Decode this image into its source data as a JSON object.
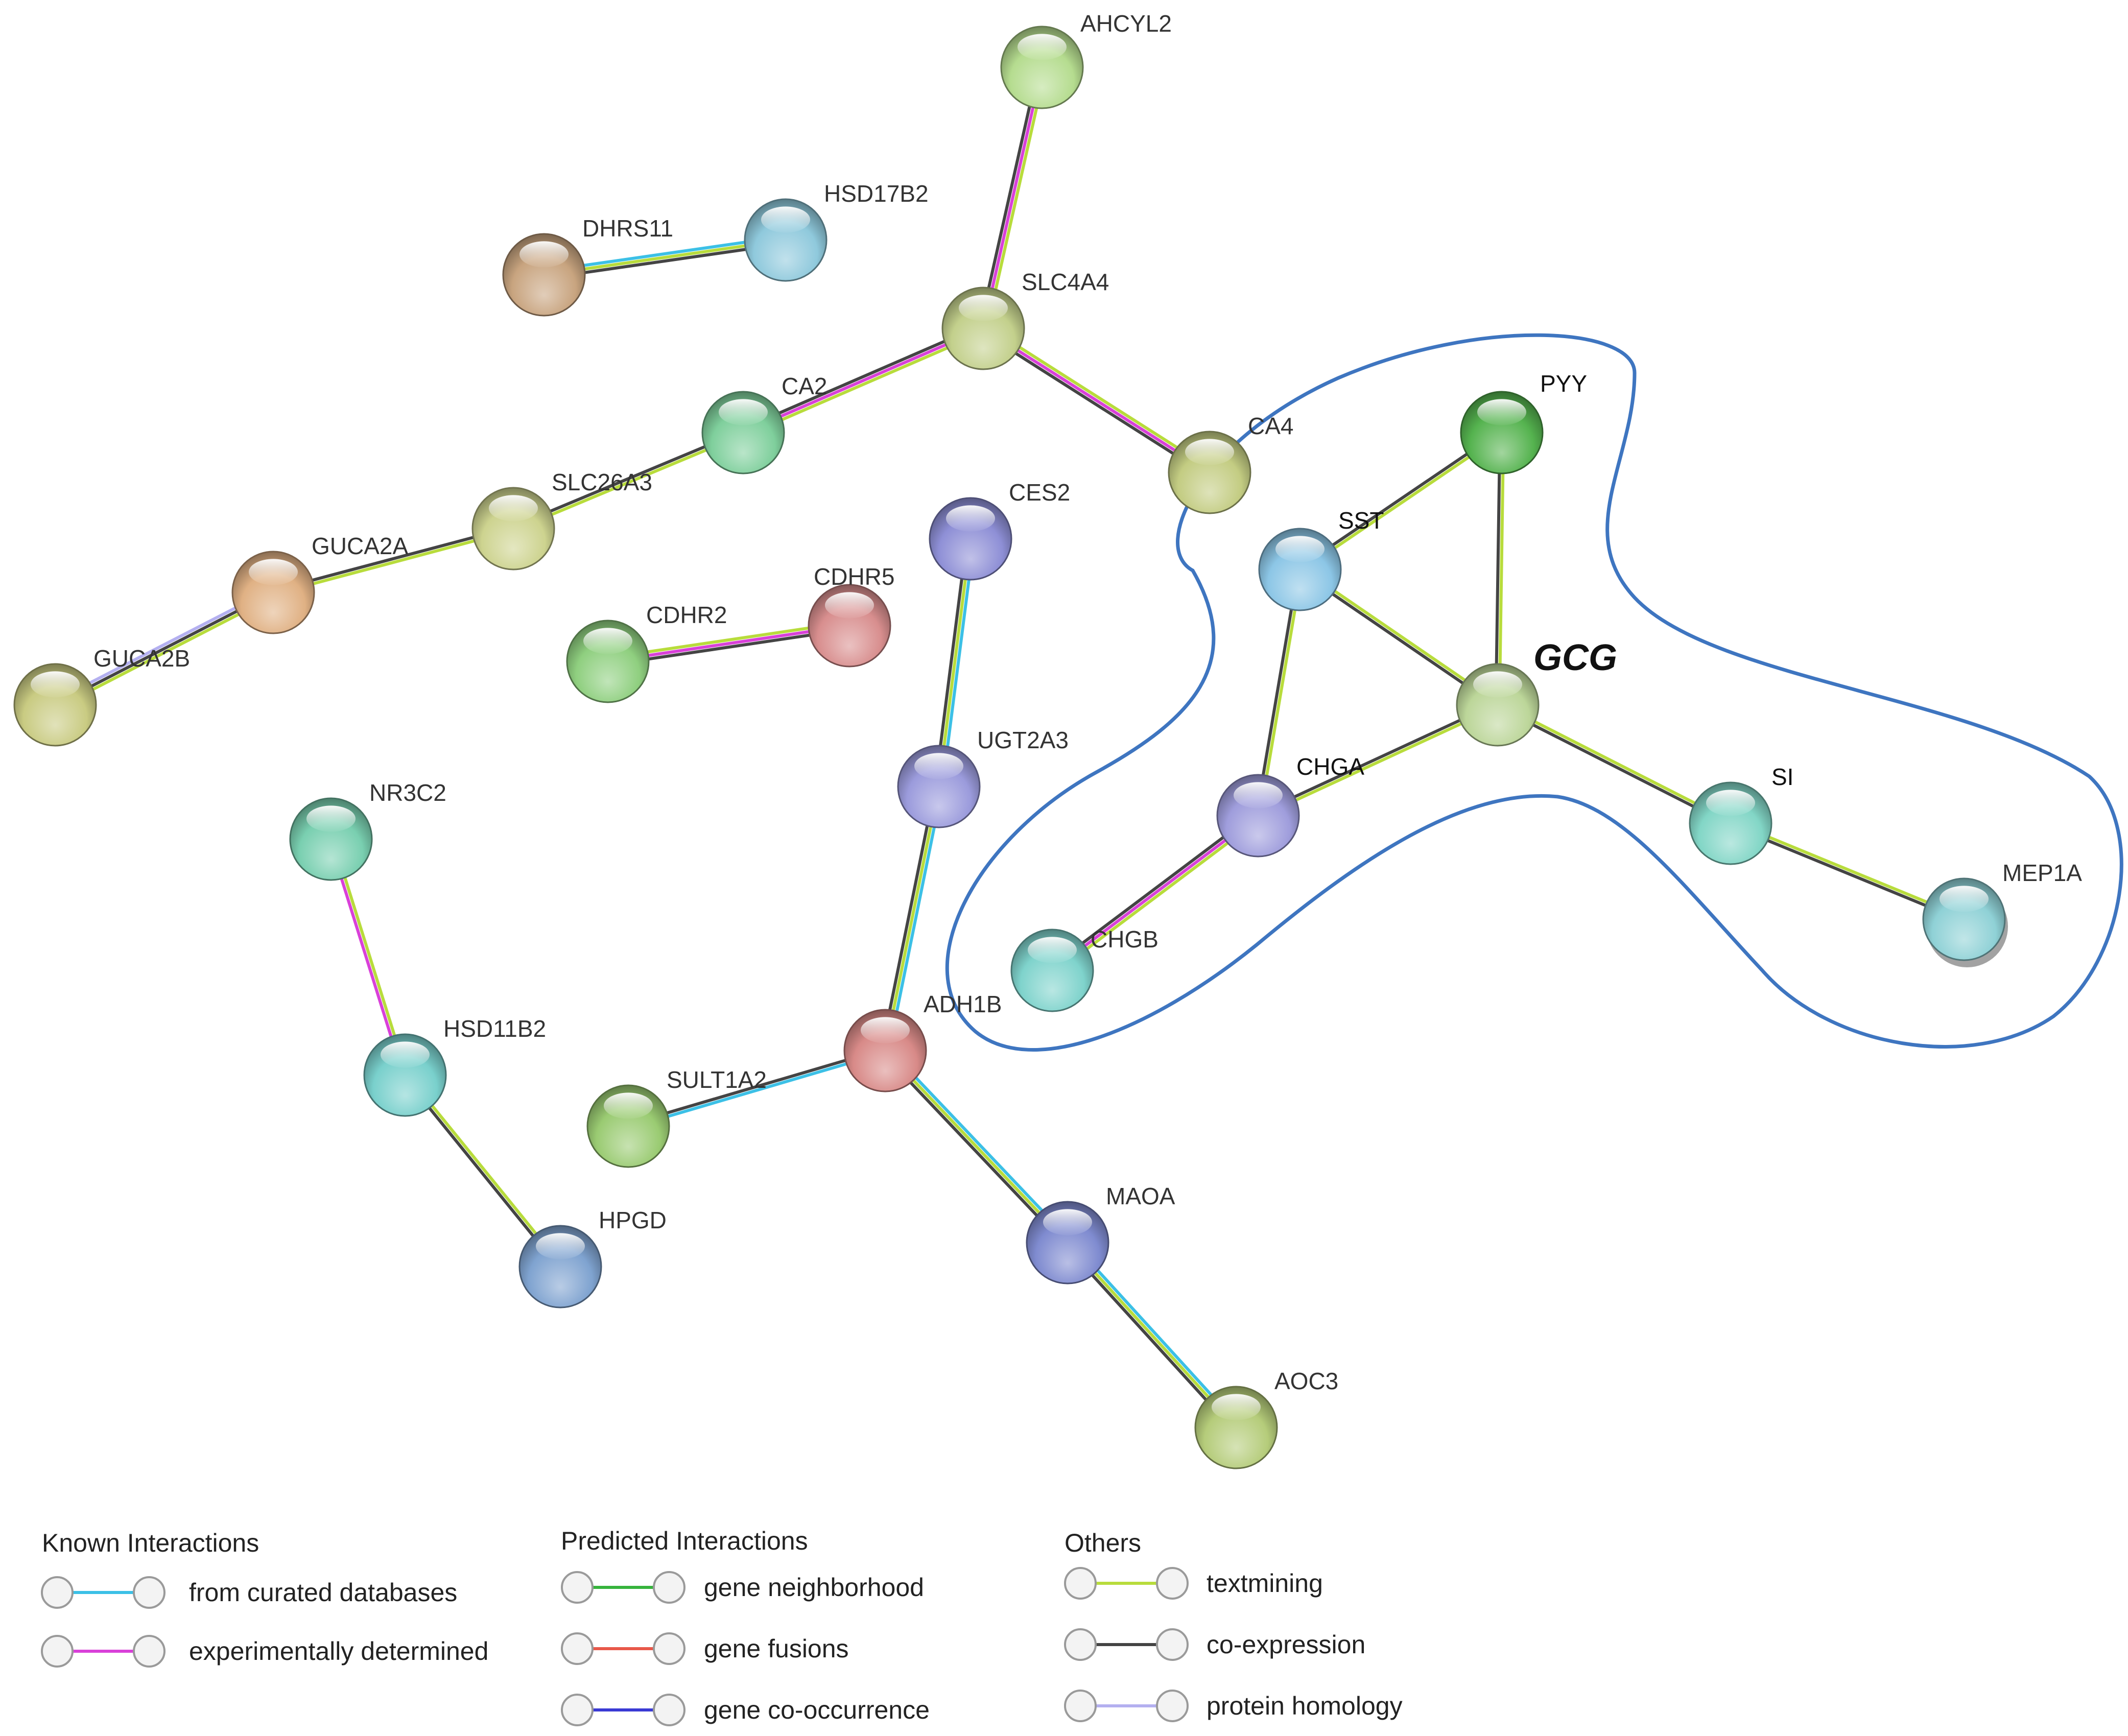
{
  "query_protein": "GCG",
  "nodes": [
    {
      "id": "AHCYL2",
      "label": "AHCYL2",
      "color": "#b5dc8f"
    },
    {
      "id": "HSD17B2",
      "label": "HSD17B2",
      "color": "#8fc9dc"
    },
    {
      "id": "DHRS11",
      "label": "DHRS11",
      "color": "#c8a47f"
    },
    {
      "id": "SLC4A4",
      "label": "SLC4A4",
      "color": "#c3d08c"
    },
    {
      "id": "CA2",
      "label": "CA2",
      "color": "#7fcf9c"
    },
    {
      "id": "CA4",
      "label": "CA4",
      "color": "#c3cc82"
    },
    {
      "id": "SLC26A3",
      "label": "SLC26A3",
      "color": "#cdd38f"
    },
    {
      "id": "GUCA2A",
      "label": "GUCA2A",
      "color": "#e0b184"
    },
    {
      "id": "GUCA2B",
      "label": "GUCA2B",
      "color": "#c9cb82"
    },
    {
      "id": "CES2",
      "label": "CES2",
      "color": "#8e8fd6"
    },
    {
      "id": "CDHR5",
      "label": "CDHR5",
      "color": "#d88e8e"
    },
    {
      "id": "CDHR2",
      "label": "CDHR2",
      "color": "#8fcf7f"
    },
    {
      "id": "UGT2A3",
      "label": "UGT2A3",
      "color": "#9b9bdc"
    },
    {
      "id": "NR3C2",
      "label": "NR3C2",
      "color": "#79cfb0"
    },
    {
      "id": "HSD11B2",
      "label": "HSD11B2",
      "color": "#79d0cc"
    },
    {
      "id": "HPGD",
      "label": "HPGD",
      "color": "#7fa3d0"
    },
    {
      "id": "ADH1B",
      "label": "ADH1B",
      "color": "#d88a88"
    },
    {
      "id": "SULT1A2",
      "label": "SULT1A2",
      "color": "#9acb72"
    },
    {
      "id": "MAOA",
      "label": "MAOA",
      "color": "#7f8bd0"
    },
    {
      "id": "AOC3",
      "label": "AOC3",
      "color": "#b5cc7a"
    },
    {
      "id": "PYY",
      "label": "PYY",
      "color": "#55b34f"
    },
    {
      "id": "SST",
      "label": "SST",
      "color": "#8cc6e6"
    },
    {
      "id": "GCG",
      "label": "GCG",
      "color": "#bcd699"
    },
    {
      "id": "CHGA",
      "label": "CHGA",
      "color": "#9f9ddc"
    },
    {
      "id": "CHGB",
      "label": "CHGB",
      "color": "#7fd3cc"
    },
    {
      "id": "SI",
      "label": "SI",
      "color": "#82d6c6"
    },
    {
      "id": "MEP1A",
      "label": "MEP1A",
      "color": "#8fd1d6"
    }
  ],
  "edges": [
    {
      "source": "AHCYL2",
      "target": "SLC4A4",
      "evidence": [
        "textmining",
        "experimentally determined",
        "co-expression"
      ]
    },
    {
      "source": "DHRS11",
      "target": "HSD17B2",
      "evidence": [
        "from curated databases",
        "textmining",
        "co-expression"
      ]
    },
    {
      "source": "SLC4A4",
      "target": "CA2",
      "evidence": [
        "textmining",
        "experimentally determined",
        "co-expression"
      ]
    },
    {
      "source": "SLC4A4",
      "target": "CA4",
      "evidence": [
        "textmining",
        "experimentally determined",
        "co-expression"
      ]
    },
    {
      "source": "CA2",
      "target": "SLC26A3",
      "evidence": [
        "textmining",
        "co-expression"
      ]
    },
    {
      "source": "SLC26A3",
      "target": "GUCA2A",
      "evidence": [
        "textmining",
        "co-expression"
      ]
    },
    {
      "source": "GUCA2A",
      "target": "GUCA2B",
      "evidence": [
        "textmining",
        "co-expression",
        "protein homology"
      ]
    },
    {
      "source": "CDHR2",
      "target": "CDHR5",
      "evidence": [
        "textmining",
        "experimentally determined",
        "co-expression"
      ]
    },
    {
      "source": "CES2",
      "target": "UGT2A3",
      "evidence": [
        "from curated databases",
        "textmining",
        "co-expression"
      ]
    },
    {
      "source": "UGT2A3",
      "target": "ADH1B",
      "evidence": [
        "from curated databases",
        "textmining",
        "co-expression"
      ]
    },
    {
      "source": "ADH1B",
      "target": "SULT1A2",
      "evidence": [
        "from curated databases",
        "co-expression"
      ]
    },
    {
      "source": "ADH1B",
      "target": "MAOA",
      "evidence": [
        "from curated databases",
        "textmining",
        "co-expression"
      ]
    },
    {
      "source": "MAOA",
      "target": "AOC3",
      "evidence": [
        "from curated databases",
        "textmining",
        "co-expression"
      ]
    },
    {
      "source": "NR3C2",
      "target": "HSD11B2",
      "evidence": [
        "textmining",
        "experimentally determined"
      ]
    },
    {
      "source": "HSD11B2",
      "target": "HPGD",
      "evidence": [
        "textmining",
        "co-expression"
      ]
    },
    {
      "source": "PYY",
      "target": "SST",
      "evidence": [
        "textmining",
        "co-expression"
      ]
    },
    {
      "source": "PYY",
      "target": "GCG",
      "evidence": [
        "textmining",
        "co-expression"
      ]
    },
    {
      "source": "SST",
      "target": "GCG",
      "evidence": [
        "textmining",
        "co-expression"
      ]
    },
    {
      "source": "SST",
      "target": "CHGA",
      "evidence": [
        "textmining",
        "co-expression"
      ]
    },
    {
      "source": "GCG",
      "target": "CHGA",
      "evidence": [
        "textmining",
        "co-expression"
      ]
    },
    {
      "source": "GCG",
      "target": "SI",
      "evidence": [
        "textmining",
        "co-expression"
      ]
    },
    {
      "source": "CHGA",
      "target": "CHGB",
      "evidence": [
        "textmining",
        "experimentally determined",
        "co-expression"
      ]
    },
    {
      "source": "SI",
      "target": "MEP1A",
      "evidence": [
        "textmining",
        "co-expression"
      ]
    }
  ],
  "evidence_colors": {
    "from curated databases": "#3cc0e6",
    "experimentally determined": "#d940d9",
    "gene neighborhood": "#36b43c",
    "gene fusions": "#e8584a",
    "gene co-occurrence": "#3a3ad4",
    "textmining": "#b8dc3c",
    "co-expression": "#444444",
    "protein homology": "#b4b0f0"
  },
  "cluster_outline_color": "#3e75c0",
  "legend": {
    "known": {
      "title": "Known Interactions",
      "items": [
        {
          "label": "from curated databases",
          "color": "#3cc0e6"
        },
        {
          "label": "experimentally determined",
          "color": "#d940d9"
        }
      ]
    },
    "predicted": {
      "title": "Predicted Interactions",
      "items": [
        {
          "label": "gene neighborhood",
          "color": "#36b43c"
        },
        {
          "label": "gene fusions",
          "color": "#e8584a"
        },
        {
          "label": "gene co-occurrence",
          "color": "#3a3ad4"
        }
      ]
    },
    "others": {
      "title": "Others",
      "items": [
        {
          "label": "textmining",
          "color": "#b8dc3c"
        },
        {
          "label": "co-expression",
          "color": "#444444"
        },
        {
          "label": "protein homology",
          "color": "#b4b0f0"
        }
      ]
    }
  }
}
